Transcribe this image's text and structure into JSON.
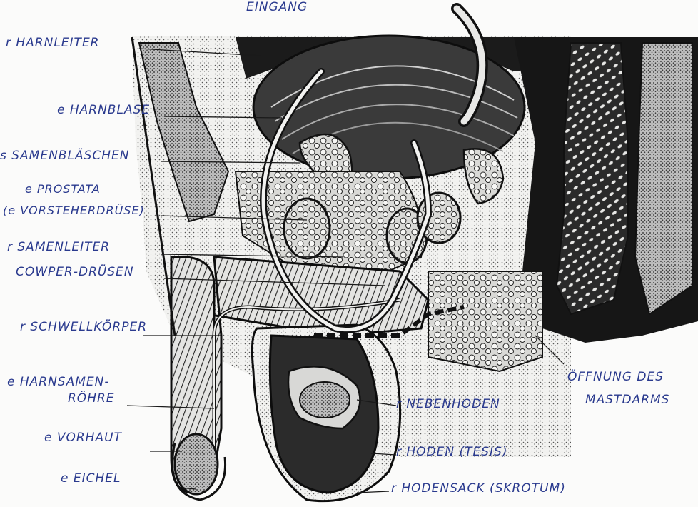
{
  "labels": {
    "top_cut": "EINGANG",
    "harnleiter": "r HARNLEITER",
    "harnblase": "e HARNBLASE",
    "samenblaeschen": "s SAMENBLÄSCHEN",
    "prostata_1": "e PROSTATA",
    "prostata_2": "(e VORSTEHERDRÜSE)",
    "samenleiter": "r SAMENLEITER",
    "cowper": "COWPER-DRÜSEN",
    "schwellkoerper": "r SCHWELLKÖRPER",
    "harnsamen_1": "e HARNSAMEN-",
    "harnsamen_2": "RÖHRE",
    "vorhaut": "e VORHAUT",
    "eichel": "e EICHEL",
    "oeffnung_1": "ÖFFNUNG DES",
    "oeffnung_2": "MASTDARMS",
    "nebenhoden": "r NEBENHODEN",
    "hoden": "r HODEN (TESIS)",
    "hodensack": "r HODENSACK (SKROTUM)"
  },
  "colors": {
    "ink": "#2a3a8e",
    "drawing": "#1a1a1a",
    "paper": "#fbfbfa"
  }
}
